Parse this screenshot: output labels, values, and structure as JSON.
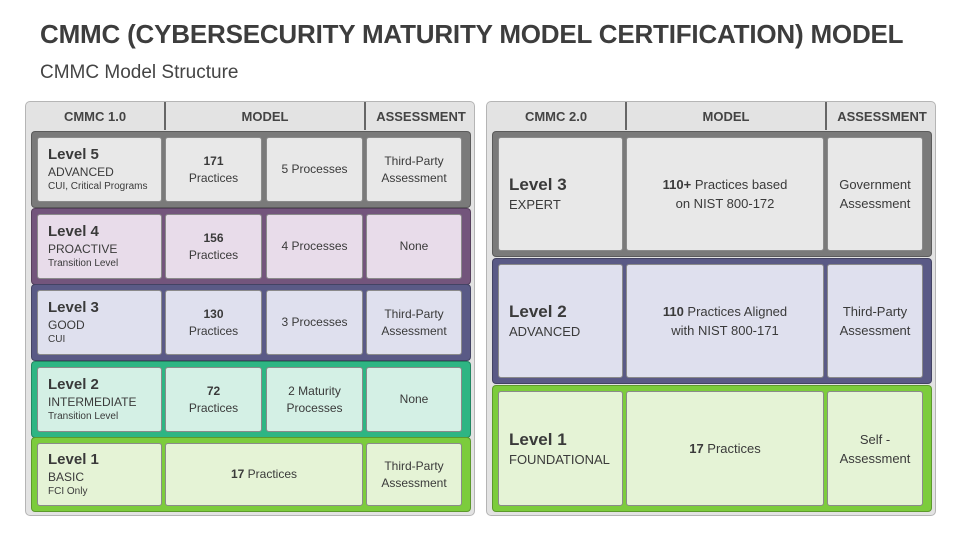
{
  "page": {
    "title": "CMMC (CYBERSECURITY MATURITY MODEL CERTIFICATION) MODEL",
    "subtitle": "CMMC Model Structure"
  },
  "colors": {
    "panel_bg": "#e3e3e3",
    "level5": "#7a7a7a",
    "level5_cell": "#e8e8e8",
    "level4": "#73557c",
    "level4_cell": "#e8dcea",
    "level3": "#5a5a86",
    "level3_cell": "#dfe0ee",
    "level2": "#2eb583",
    "level2_cell": "#d4f0e5",
    "level1": "#7ccc3c",
    "level1_cell": "#e5f3d6"
  },
  "cmmc1": {
    "headers": [
      "CMMC 1.0",
      "MODEL",
      "ASSESSMENT"
    ],
    "levels": [
      {
        "name": "Level 5",
        "tier": "ADVANCED",
        "note": "CUI, Critical Programs",
        "practices_num": "171",
        "practices_word": "Practices",
        "processes": "5 Processes",
        "assessment": "Third-Party\nAssessment"
      },
      {
        "name": "Level 4",
        "tier": "PROACTIVE",
        "note": "Transition Level",
        "practices_num": "156",
        "practices_word": "Practices",
        "processes": "4 Processes",
        "assessment": "None"
      },
      {
        "name": "Level 3",
        "tier": "GOOD",
        "note": "CUI",
        "practices_num": "130",
        "practices_word": "Practices",
        "processes": "3 Processes",
        "assessment": "Third-Party\nAssessment"
      },
      {
        "name": "Level 2",
        "tier": "INTERMEDIATE",
        "note": "Transition Level",
        "practices_num": "72",
        "practices_word": "Practices",
        "processes": "2 Maturity\nProcesses",
        "assessment": "None"
      },
      {
        "name": "Level 1",
        "tier": "BASIC",
        "note": "FCI Only",
        "practices_num": "17",
        "practices_word": "Practices",
        "assessment": "Third-Party\nAssessment"
      }
    ]
  },
  "cmmc2": {
    "headers": [
      "CMMC 2.0",
      "MODEL",
      "ASSESSMENT"
    ],
    "levels": [
      {
        "name": "Level 3",
        "tier": "EXPERT",
        "model_bold": "110+",
        "model_rest": "  Practices based\non NIST 800-172",
        "assessment": "Government\nAssessment"
      },
      {
        "name": "Level 2",
        "tier": "ADVANCED",
        "model_bold": "110",
        "model_rest": " Practices Aligned\nwith NIST 800-171",
        "assessment": "Third-Party\nAssessment"
      },
      {
        "name": "Level 1",
        "tier": "FOUNDATIONAL",
        "model_bold": "17",
        "model_rest": " Practices",
        "assessment": "Self -\nAssessment"
      }
    ]
  }
}
